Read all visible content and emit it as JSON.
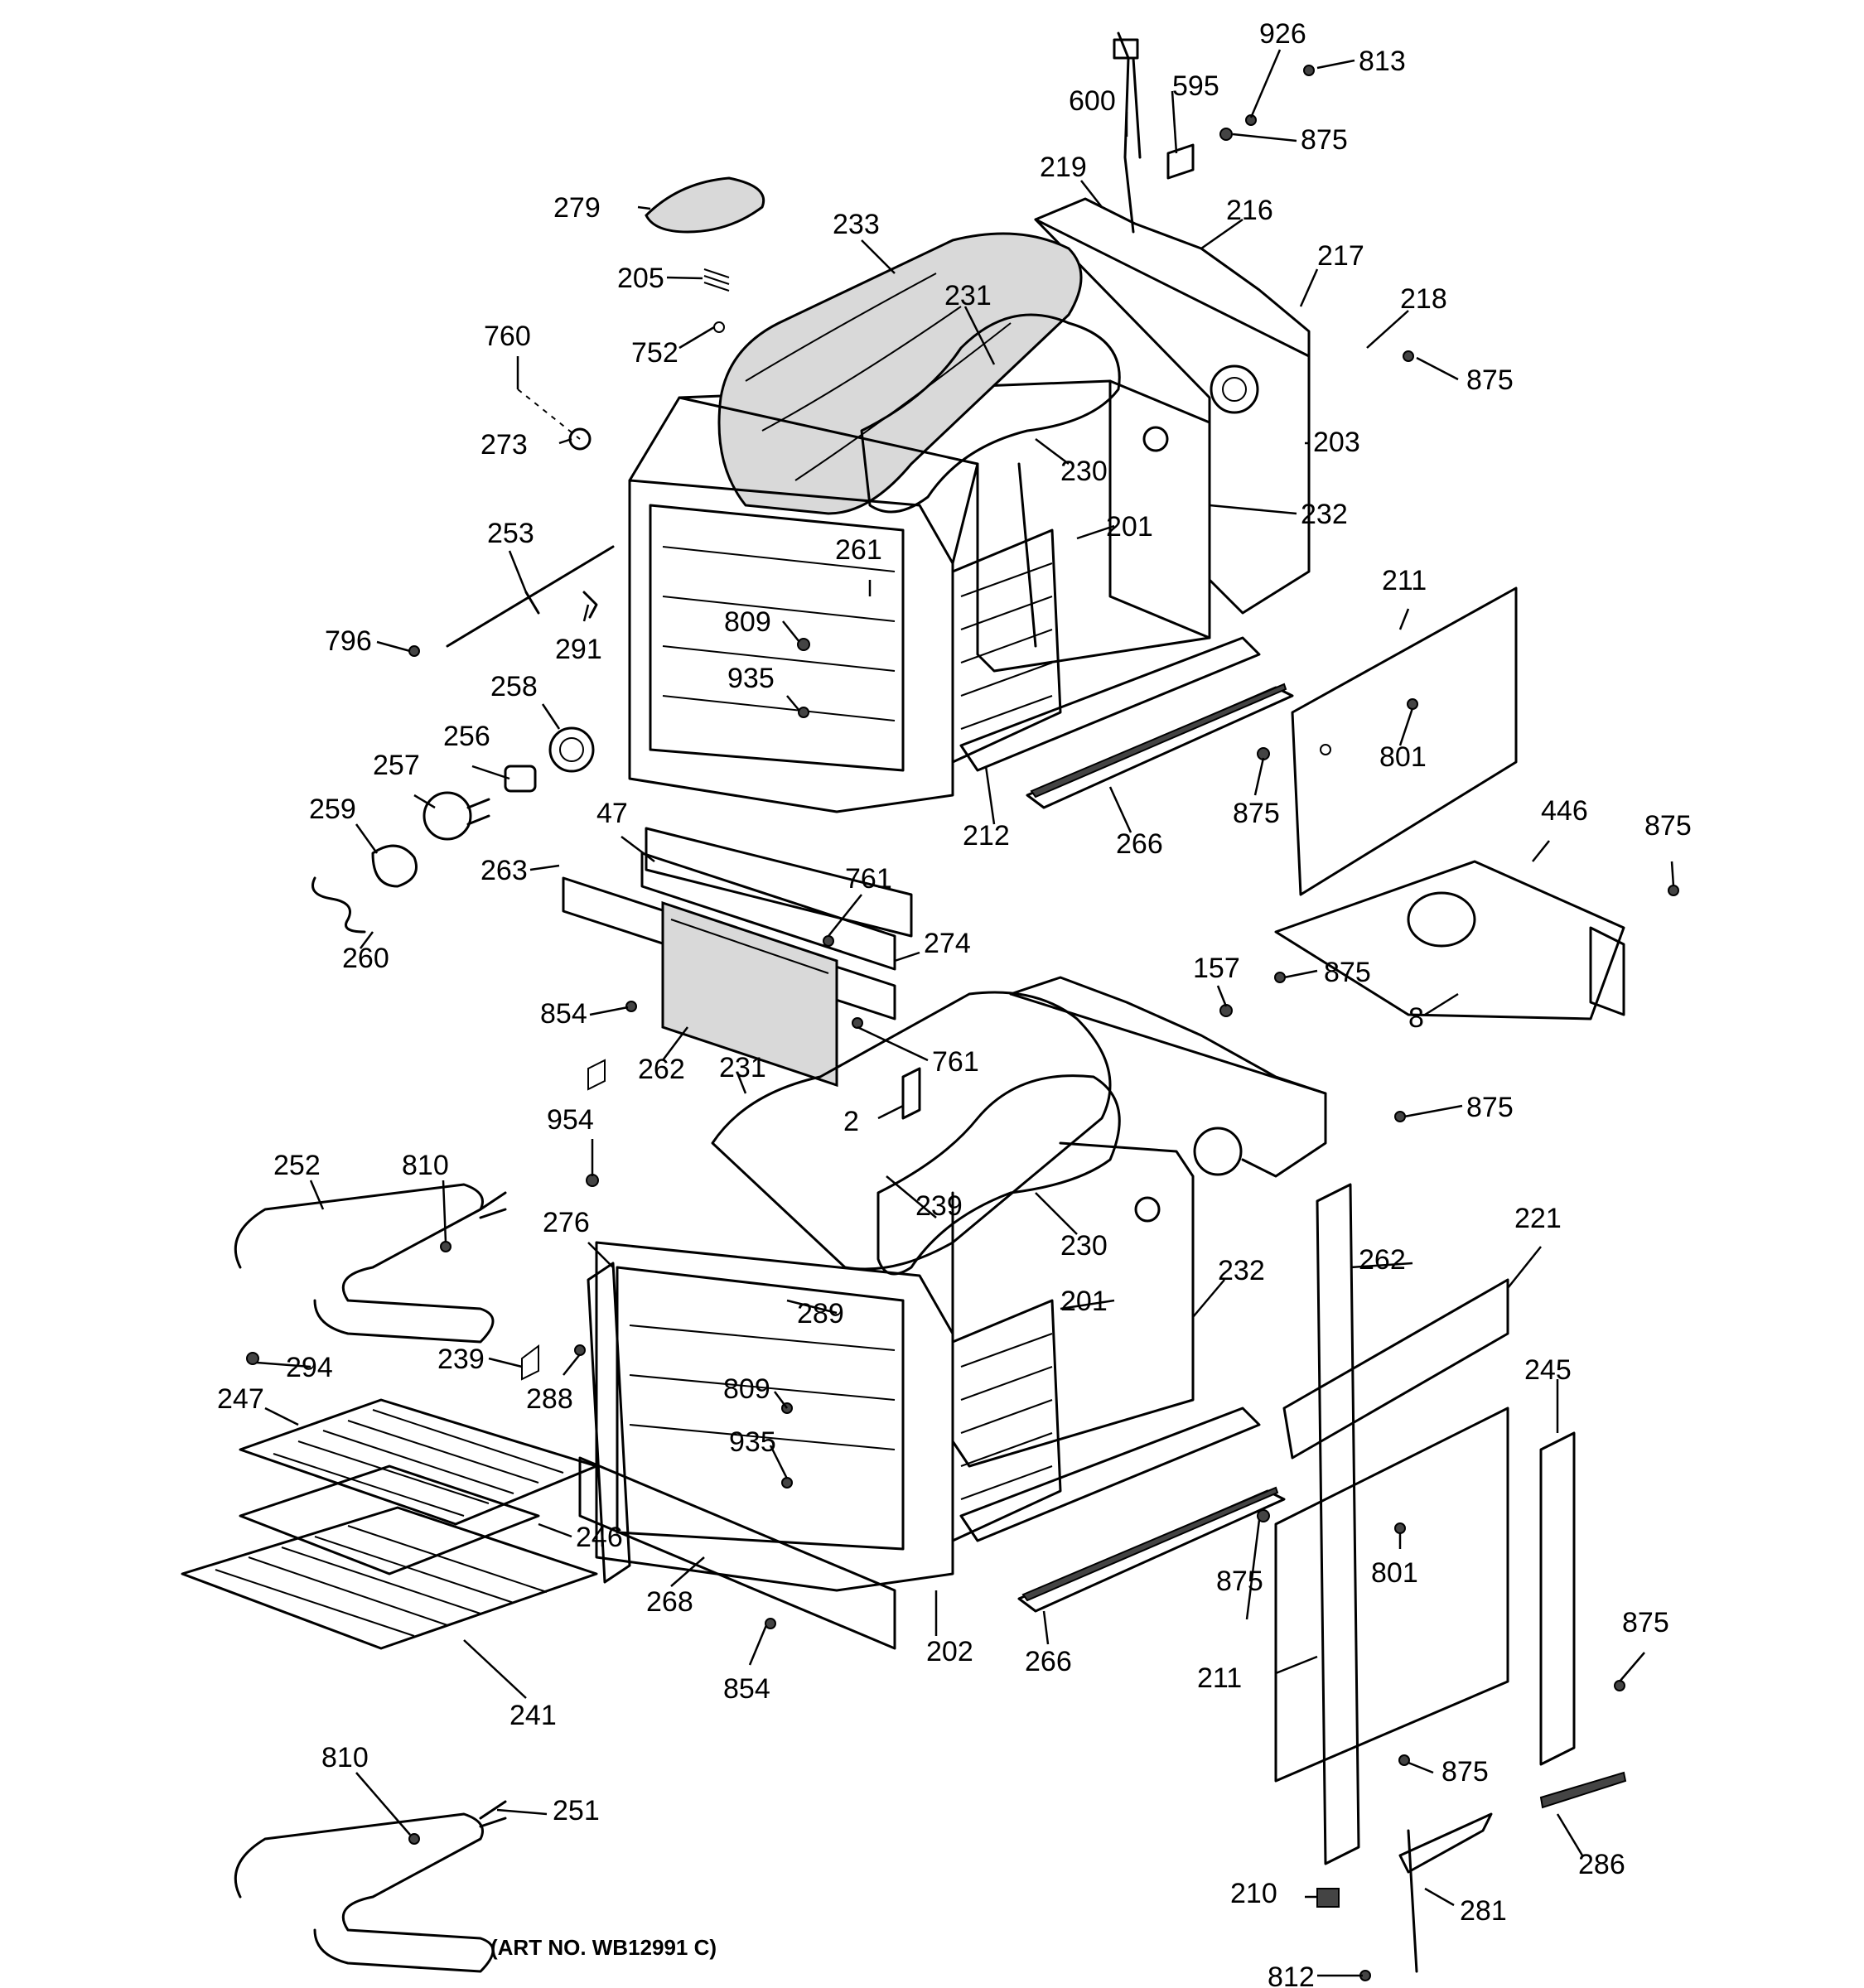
{
  "art_number": "(ART NO. WB12991 C)",
  "labels": [
    {
      "id": "l813",
      "text": "813"
    },
    {
      "id": "l926",
      "text": "926"
    },
    {
      "id": "l595",
      "text": "595"
    },
    {
      "id": "l600",
      "text": "600"
    },
    {
      "id": "l875a",
      "text": "875"
    },
    {
      "id": "l219",
      "text": "219"
    },
    {
      "id": "l216",
      "text": "216"
    },
    {
      "id": "l217",
      "text": "217"
    },
    {
      "id": "l218",
      "text": "218"
    },
    {
      "id": "l875b",
      "text": "875"
    },
    {
      "id": "l279",
      "text": "279"
    },
    {
      "id": "l233",
      "text": "233"
    },
    {
      "id": "l205",
      "text": "205"
    },
    {
      "id": "l231a",
      "text": "231"
    },
    {
      "id": "l752",
      "text": "752"
    },
    {
      "id": "l760",
      "text": "760"
    },
    {
      "id": "l203",
      "text": "203"
    },
    {
      "id": "l273",
      "text": "273"
    },
    {
      "id": "l230a",
      "text": "230"
    },
    {
      "id": "l232a",
      "text": "232"
    },
    {
      "id": "l253",
      "text": "253"
    },
    {
      "id": "l201a",
      "text": "201"
    },
    {
      "id": "l261",
      "text": "261"
    },
    {
      "id": "l211a",
      "text": "211"
    },
    {
      "id": "l796",
      "text": "796"
    },
    {
      "id": "l809a",
      "text": "809"
    },
    {
      "id": "l291",
      "text": "291"
    },
    {
      "id": "l935a",
      "text": "935"
    },
    {
      "id": "l258",
      "text": "258"
    },
    {
      "id": "l801a",
      "text": "801"
    },
    {
      "id": "l256",
      "text": "256"
    },
    {
      "id": "l257",
      "text": "257"
    },
    {
      "id": "l875c",
      "text": "875"
    },
    {
      "id": "l259",
      "text": "259"
    },
    {
      "id": "l47",
      "text": "47"
    },
    {
      "id": "l212",
      "text": "212"
    },
    {
      "id": "l266a",
      "text": "266"
    },
    {
      "id": "l446",
      "text": "446"
    },
    {
      "id": "l875d",
      "text": "875"
    },
    {
      "id": "l263",
      "text": "263"
    },
    {
      "id": "l761a",
      "text": "761"
    },
    {
      "id": "l260",
      "text": "260"
    },
    {
      "id": "l274",
      "text": "274"
    },
    {
      "id": "l157",
      "text": "157"
    },
    {
      "id": "l875e",
      "text": "875"
    },
    {
      "id": "l854a",
      "text": "854"
    },
    {
      "id": "l8",
      "text": "8"
    },
    {
      "id": "l262a",
      "text": "262"
    },
    {
      "id": "l761b",
      "text": "761"
    },
    {
      "id": "l231b",
      "text": "231"
    },
    {
      "id": "l2",
      "text": "2"
    },
    {
      "id": "l954",
      "text": "954"
    },
    {
      "id": "l875f",
      "text": "875"
    },
    {
      "id": "l252",
      "text": "252"
    },
    {
      "id": "l810a",
      "text": "810"
    },
    {
      "id": "l239a",
      "text": "239"
    },
    {
      "id": "l276",
      "text": "276"
    },
    {
      "id": "l230b",
      "text": "230"
    },
    {
      "id": "l221",
      "text": "221"
    },
    {
      "id": "l262b",
      "text": "262"
    },
    {
      "id": "l232b",
      "text": "232"
    },
    {
      "id": "l289",
      "text": "289"
    },
    {
      "id": "l201b",
      "text": "201"
    },
    {
      "id": "l294",
      "text": "294"
    },
    {
      "id": "l239b",
      "text": "239"
    },
    {
      "id": "l245",
      "text": "245"
    },
    {
      "id": "l247",
      "text": "247"
    },
    {
      "id": "l288",
      "text": "288"
    },
    {
      "id": "l809b",
      "text": "809"
    },
    {
      "id": "l935b",
      "text": "935"
    },
    {
      "id": "l246",
      "text": "246"
    },
    {
      "id": "l875g",
      "text": "875"
    },
    {
      "id": "l801b",
      "text": "801"
    },
    {
      "id": "l268",
      "text": "268"
    },
    {
      "id": "l202",
      "text": "202"
    },
    {
      "id": "l875h",
      "text": "875"
    },
    {
      "id": "l266b",
      "text": "266"
    },
    {
      "id": "l854b",
      "text": "854"
    },
    {
      "id": "l211b",
      "text": "211"
    },
    {
      "id": "l241",
      "text": "241"
    },
    {
      "id": "l810b",
      "text": "810"
    },
    {
      "id": "l875i",
      "text": "875"
    },
    {
      "id": "l251",
      "text": "251"
    },
    {
      "id": "l286",
      "text": "286"
    },
    {
      "id": "l281",
      "text": "281"
    },
    {
      "id": "l210",
      "text": "210"
    },
    {
      "id": "l812",
      "text": "812"
    }
  ]
}
